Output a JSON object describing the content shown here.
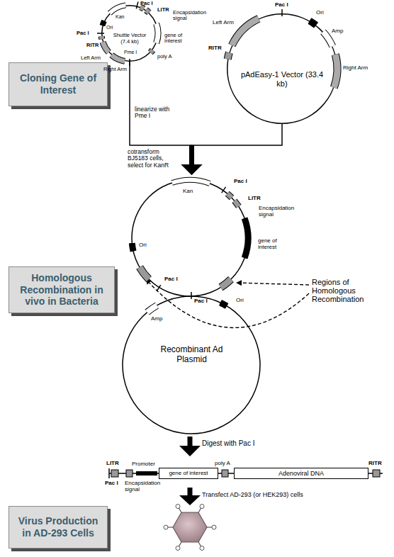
{
  "diagram": {
    "nodes": [
      {
        "text": [
          "Cloning Gene of Interest"
        ]
      },
      {
        "text": [
          "Shuttle Vector (7.4 kb)"
        ]
      },
      {
        "text": [
          "pAdEasy-1 Vector (33.4 kb)"
        ]
      },
      {
        "text": [
          "Homologous Recombination in vivo in Bacteria"
        ]
      },
      {
        "text": [
          "Recombinant Ad Plasmid"
        ]
      },
      {
        "text": [
          "gene of interest"
        ]
      },
      {
        "text": [
          "Adenoviral DNA"
        ]
      },
      {
        "text": [
          "Virus Production in AD-293 Cells"
        ]
      }
    ],
    "edges": [
      {
        "from": 1,
        "to": 4,
        "arrow": "to",
        "label": "linearize with Pme I"
      },
      {
        "from": 2,
        "to": 4,
        "arrow": "to"
      }
    ],
    "labels": [
      "Kan",
      "Pac I",
      "LITR",
      "Encapsidation signal",
      "gene of interest",
      "Pac I",
      "Ori",
      "RITR",
      "Pme I",
      "poly A",
      "Left Arm",
      "Right Arm",
      "Pac I",
      "Left Arm",
      "RITR",
      "Ori",
      "Amp",
      "Right Arm",
      "cotransform BJ5183 cells, select for KanR",
      "Kan",
      "Pac I",
      "LITR",
      "Encapsidation signal",
      "gene of interest",
      "Ori",
      "Pac I",
      "Pac I",
      "Ori",
      "Amp",
      "Regions of Homologous Recombination",
      "Digest with Pac I",
      "LITR",
      "Promoter",
      "poly A",
      "RITR",
      "Pac I",
      "Encapsidation signal",
      "Transfect AD-293 (or HEK293) cells"
    ]
  }
}
